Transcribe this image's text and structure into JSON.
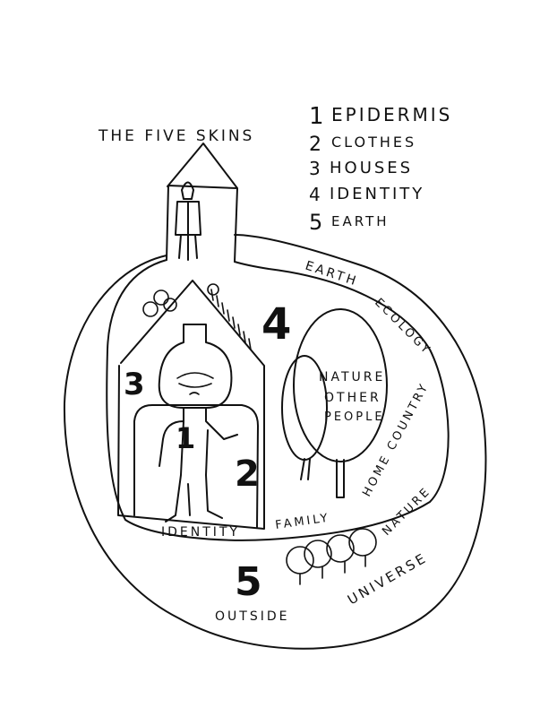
{
  "title": "THE FIVE SKINS",
  "legend": [
    {
      "number": "1",
      "label": "EPIDERMIS"
    },
    {
      "number": "2",
      "label": "CLOTHES"
    },
    {
      "number": "3",
      "label": "HOUSES"
    },
    {
      "number": "4",
      "label": "IDENTITY"
    },
    {
      "number": "5",
      "label": "EARTH"
    }
  ],
  "diagram_numbers": {
    "one": "1",
    "two": "2",
    "three": "3",
    "four": "4",
    "five": "5"
  },
  "labels": {
    "earth": "EARTH",
    "ecology": "ECOLOGY",
    "nature_other_people": [
      "NATURE",
      "OTHER",
      "PEOPLE"
    ],
    "home_country": "HOME COUNTRY",
    "family": "FAMILY",
    "identity": "IDENTITY",
    "nature": "NATURE",
    "universe": "UNIVERSE",
    "outside": "OUTSIDE"
  }
}
